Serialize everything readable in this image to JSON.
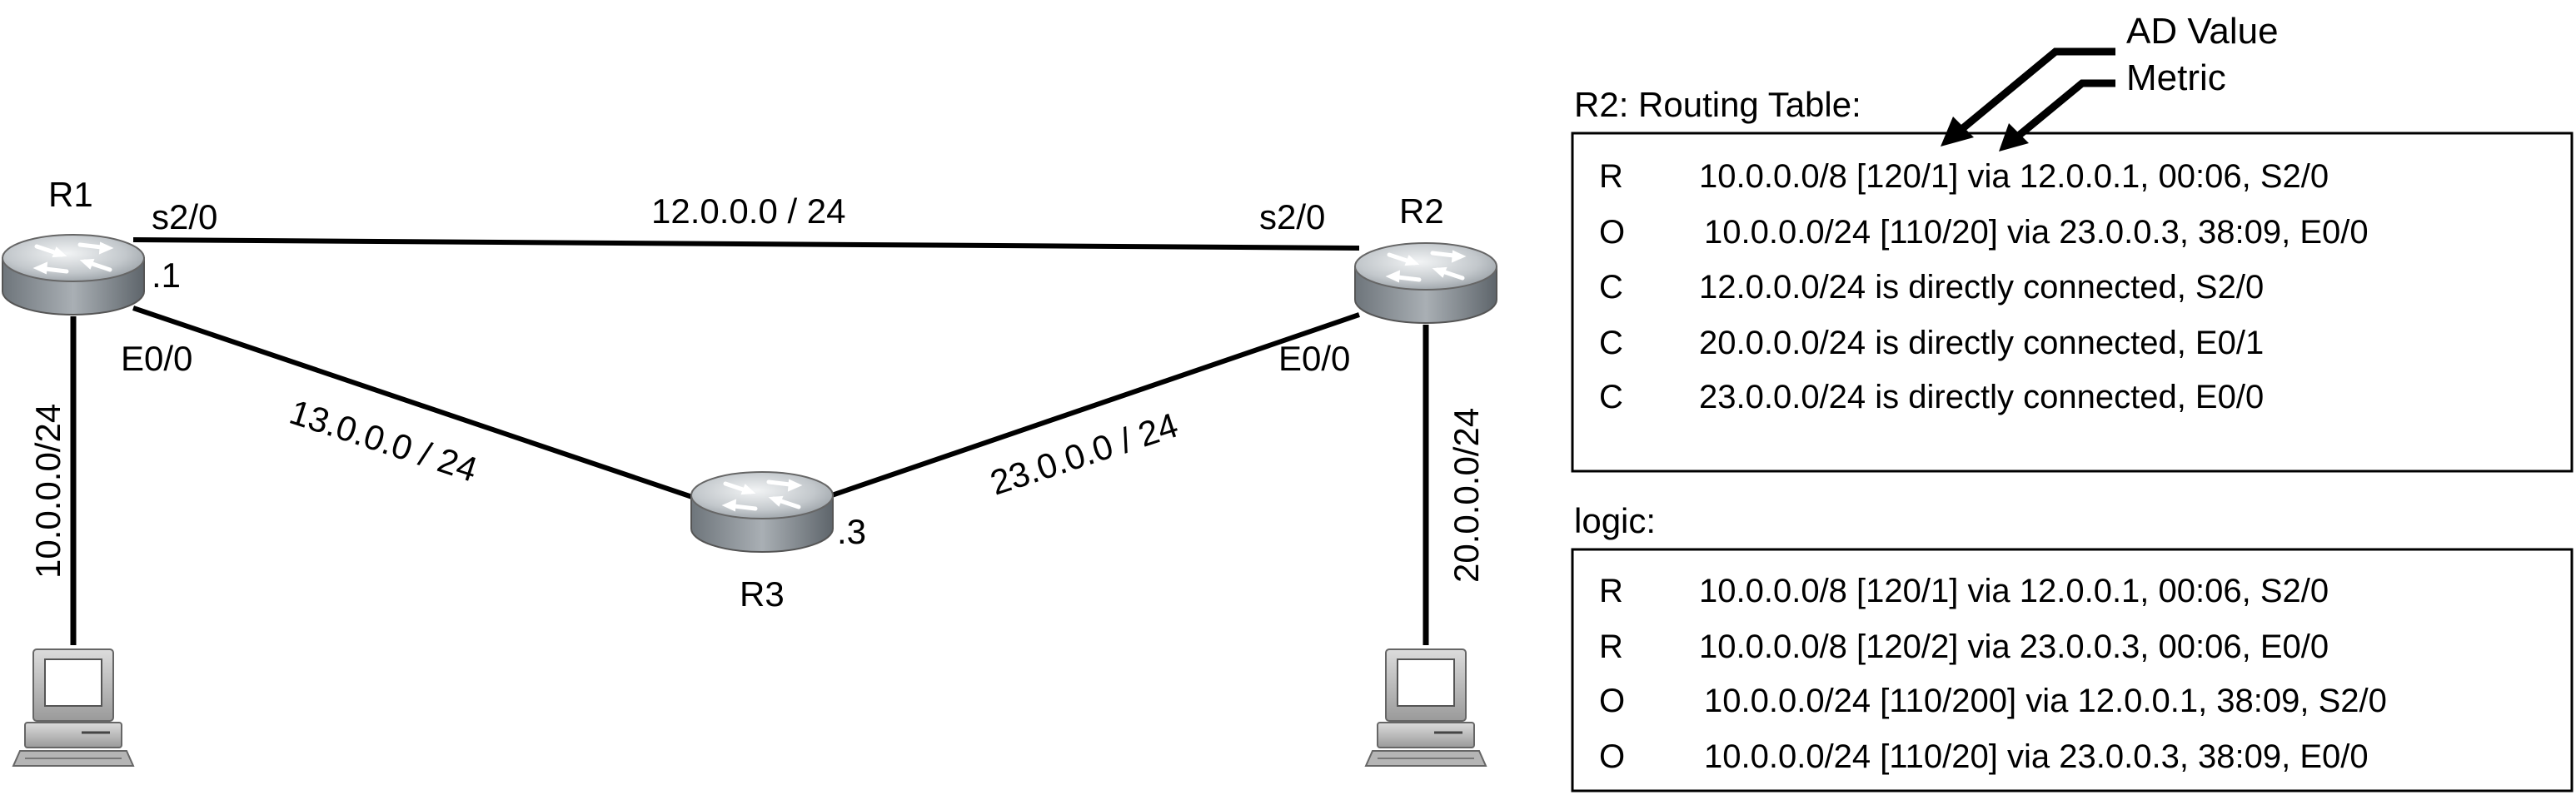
{
  "routers": {
    "r1": {
      "name": "R1",
      "host": ".1",
      "serial": "s2/0",
      "eth": "E0/0"
    },
    "r2": {
      "name": "R2",
      "serial": "s2/0",
      "eth": "E0/0"
    },
    "r3": {
      "name": "R3",
      "host": ".3"
    }
  },
  "links": {
    "r1_r2": "12.0.0.0 / 24",
    "r1_r3": "13.0.0.0 / 24",
    "r2_r3": "23.0.0.0 / 24",
    "r1_lan": "10.0.0.0/24",
    "r2_lan": "20.0.0.0/24"
  },
  "annotations": {
    "ad_value": "AD Value",
    "metric": "Metric"
  },
  "routing_table": {
    "title": "R2: Routing Table:",
    "rows": [
      {
        "code": "R",
        "text": "10.0.0.0/8 [120/1] via 12.0.0.1, 00:06, S2/0"
      },
      {
        "code": "O",
        "text": "10.0.0.0/24 [110/20] via 23.0.0.3, 38:09, E0/0"
      },
      {
        "code": "C",
        "text": "12.0.0.0/24 is directly connected, S2/0"
      },
      {
        "code": "C",
        "text": "20.0.0.0/24 is directly connected, E0/1"
      },
      {
        "code": "C",
        "text": "23.0.0.0/24 is directly connected, E0/0"
      }
    ]
  },
  "logic_table": {
    "title": "logic:",
    "rows": [
      {
        "code": "R",
        "text": "10.0.0.0/8 [120/1] via 12.0.0.1, 00:06, S2/0"
      },
      {
        "code": "R",
        "text": "10.0.0.0/8 [120/2] via 23.0.0.3, 00:06, E0/0"
      },
      {
        "code": "O",
        "text": "10.0.0.0/24 [110/200] via 12.0.0.1, 38:09, S2/0"
      },
      {
        "code": "O",
        "text": "10.0.0.0/24 [110/20] via 23.0.0.3, 38:09, E0/0"
      }
    ]
  },
  "colors": {
    "line": "#000000",
    "router_body": "#8a9197",
    "router_top": "#c4c9cd",
    "pc_body": "#c8c8c8"
  }
}
